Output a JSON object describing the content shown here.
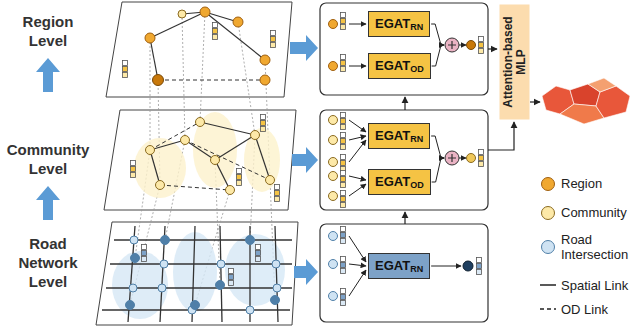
{
  "diagram": {
    "nodes": [
      {
        "text": [
          "EGAT",
          "RN"
        ]
      },
      {
        "text": [
          "EGAT",
          "OD"
        ]
      },
      {
        "text": [
          "EGAT",
          "RN"
        ]
      },
      {
        "text": [
          "EGAT",
          "OD"
        ]
      },
      {
        "text": [
          "EGAT",
          "RN"
        ]
      },
      {
        "text": [
          "Attention-based MLP"
        ]
      }
    ],
    "labels": [
      "Region Level",
      "Community Level",
      "Road Network Level"
    ],
    "legend": [
      {
        "text": "Region",
        "color": "#f0a830"
      },
      {
        "text": "Community",
        "color": "#fde9a8"
      },
      {
        "text": "Road Intersection",
        "color": "#cfe3f3"
      },
      {
        "text": "Spatial Link"
      },
      {
        "text": "OD Link"
      }
    ]
  }
}
